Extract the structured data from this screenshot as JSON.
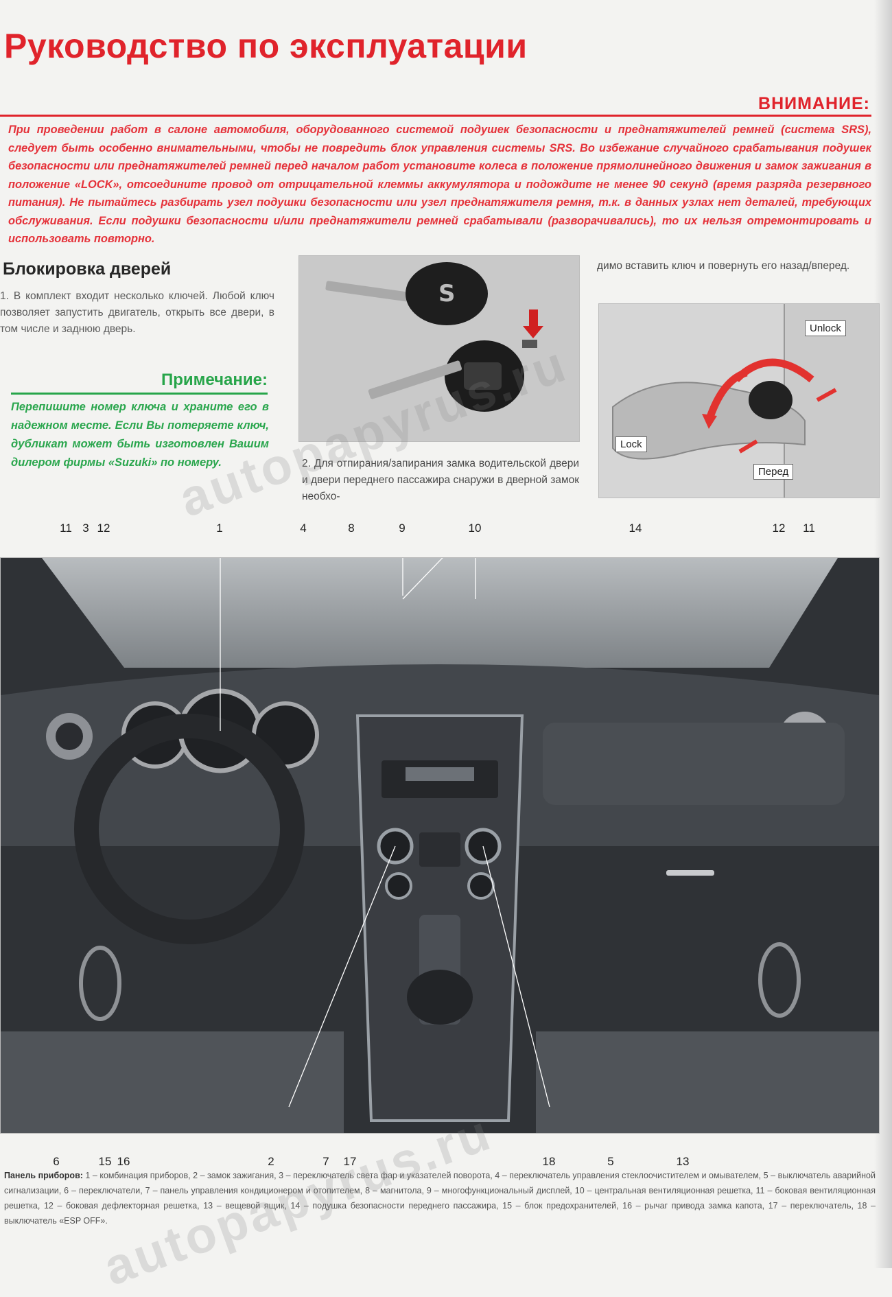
{
  "header": {
    "title": "Руководство по эксплуатации"
  },
  "warning": {
    "heading": "ВНИМАНИЕ:",
    "text": "При проведении работ в салоне автомобиля, оборудованного системой подушек безопасности и преднатяжителей ремней (система SRS), следует быть особенно внимательными, чтобы не повредить блок управления системы SRS. Во избежание случайного срабатывания подушек безопасности или преднатяжителей ремней перед началом работ установите колеса в положение прямолинейного движения и замок зажигания в положение «LOCK», отсоедините провод от отрицательной клеммы аккумулятора и подождите не менее 90 секунд (время разряда резервного питания). Не пытайтесь разбирать узел подушки безопасности или узел преднатяжителя ремня, т.к. в данных узлах нет деталей, требующих обслуживания. Если подушки безопасности и/или преднатяжители ремней срабатывали (разворачивались), то их нельзя отремонтировать и использовать повторно."
  },
  "section": {
    "title": "Блокировка дверей",
    "intro": "1. В комплект входит несколько ключей. Любой ключ позволяет запустить двигатель, открыть все двери, в том числе и заднюю дверь.",
    "caption_part1": "2. Для отпирания/запирания замка водительской двери и двери переднего пассажира снаружи в дверной замок необхо-",
    "caption_part2": "димо вставить ключ и повернуть его назад/вперед."
  },
  "note": {
    "heading": "Примечание:",
    "text": "Перепишите номер ключа и храните его в надежном месте. Если Вы потеряете ключ, дубликат может быть изготовлен Вашим дилером фирмы «Suzuki» по номеру."
  },
  "door_photo": {
    "labels": {
      "unlock": "Unlock",
      "lock": "Lock",
      "forward": "Перед"
    }
  },
  "dashboard": {
    "callouts_top": [
      "11",
      "3",
      "12",
      "1",
      "4",
      "8",
      "9",
      "10",
      "14",
      "12",
      "11"
    ],
    "callouts_bottom": [
      "6",
      "15",
      "16",
      "2",
      "7",
      "17",
      "18",
      "5",
      "13"
    ]
  },
  "caption_bottom": {
    "lead": "Панель приборов:",
    "text": " 1 – комбинация приборов, 2 – замок зажигания, 3 – переключатель света фар и указателей поворота, 4 – переключатель управления стеклоочистителем и омывателем, 5 – выключатель аварийной сигнализации, 6 – переключатели, 7 – панель управления кондиционером и отопителем, 8 – магнитола, 9 – многофункциональный дисплей, 10 – центральная вентиляционная решетка, 11 – боковая вентиляционная решетка, 12 – боковая дефлекторная решетка, 13 – вещевой ящик, 14 – подушка безопасности переднего пассажира, 15 – блок предохранителей, 16 – рычаг привода замка капота, 17 – переключатель, 18 – выключатель «ESP OFF»."
  },
  "watermark": {
    "text": "autopapyrus.ru"
  }
}
